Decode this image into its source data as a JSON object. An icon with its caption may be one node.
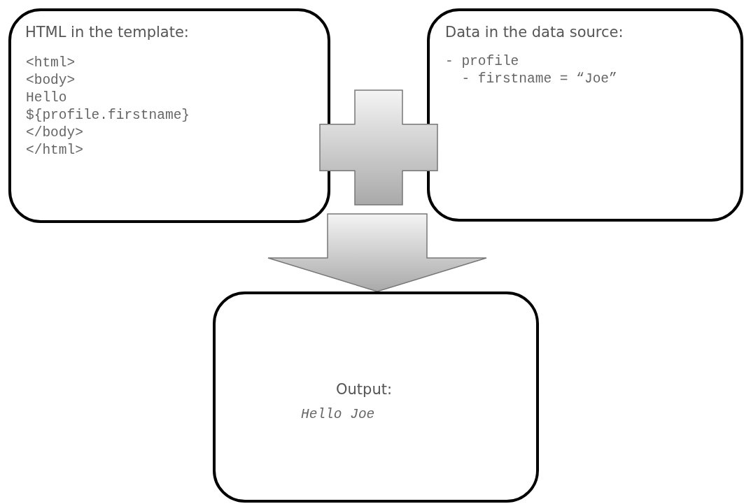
{
  "diagram": {
    "nodes": [
      {
        "text": [
          "HTML in the template:",
          "<html>",
          "<body>",
          "Hello",
          "${profile.firstname}",
          "</body>",
          "</html>"
        ]
      },
      {
        "text": [
          "Data in the data source:",
          "- profile",
          "  - firstname = “Joe”"
        ]
      },
      {
        "text": [],
        "shape": "cross"
      },
      {
        "text": [
          "Output:",
          "Hello Joe"
        ]
      }
    ],
    "edges": [
      {
        "from": 2,
        "to": 3,
        "arrow": "to",
        "style": "thick"
      }
    ]
  }
}
